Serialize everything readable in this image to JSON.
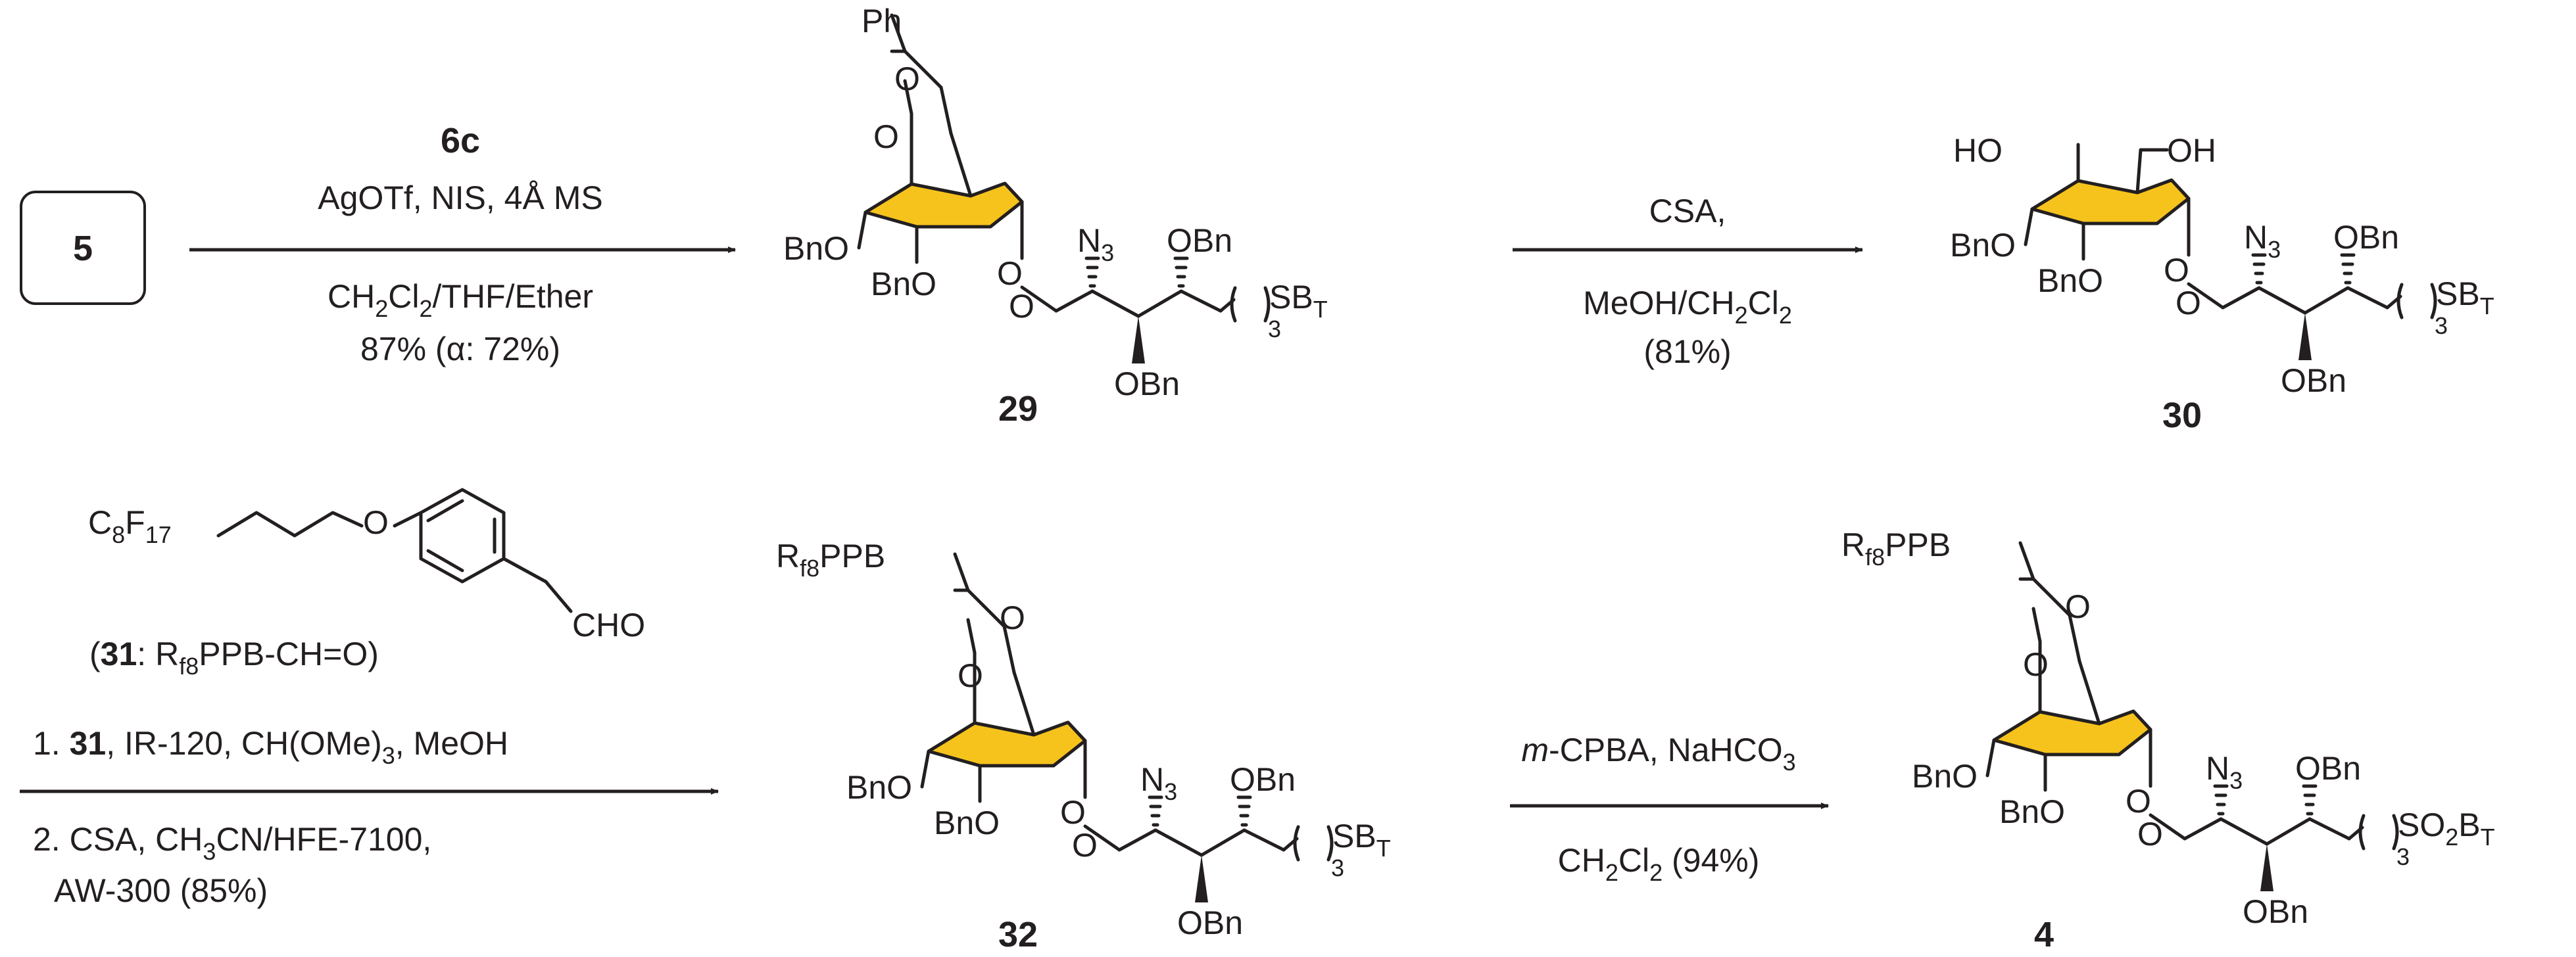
{
  "compounds": {
    "start": "5",
    "c29": "29",
    "c30": "30",
    "c31_label": "31",
    "c32": "32",
    "c4": "4"
  },
  "atoms": {
    "ph": "Ph",
    "o": "O",
    "bno": "BnO",
    "obn": "OBn",
    "n": "N",
    "n_sub": "3",
    "s": "SB",
    "s_sub": "T",
    "chain_sub": "3",
    "ho": "HO",
    "oh": "OH",
    "r": "R",
    "r_sub": "f8",
    "ppb": "PPB",
    "so2_a": "SO",
    "so2_sub": "2",
    "so2_b": "B",
    "c8": "C",
    "c8_sub": "8",
    "f17": "F",
    "f17_sub": "17",
    "cho": "CHO"
  },
  "reaction1": {
    "reagent_main": "6c",
    "line1": "AgOTf, NIS, 4Å MS",
    "line2_a": "CH",
    "line2_sub1": "2",
    "line2_b": "Cl",
    "line2_sub2": "2",
    "line2_c": "/THF/Ether",
    "line3_a": "87% (",
    "line3_alpha": "α",
    "line3_b": ": 72%)"
  },
  "reaction2": {
    "line1": "CSA,",
    "line2_a": "MeOH/CH",
    "line2_sub1": "2",
    "line2_b": "Cl",
    "line2_sub2": "2",
    "line3": "(81%)"
  },
  "reaction3": {
    "note_a": "(",
    "note_b": ": R",
    "note_sub": "f8",
    "note_c": "PPB-CH=O)",
    "step1_a": "1. ",
    "step1_b": ", IR-120, CH(OMe)",
    "step1_sub": "3",
    "step1_c": ", MeOH",
    "step2_a": "2. CSA, CH",
    "step2_sub": "3",
    "step2_b": "CN/HFE-7100,",
    "step2_line2": "AW-300 (85%)"
  },
  "reaction4": {
    "line1_a": "m",
    "line1_b": "-CPBA, NaHCO",
    "line1_sub": "3",
    "line2_a": "CH",
    "line2_sub1": "2",
    "line2_b": "Cl",
    "line2_sub2": "2",
    "line2_c": " (94%)"
  },
  "colors": {
    "sugar_ring": "#f6c31c",
    "ink": "#231f20"
  }
}
